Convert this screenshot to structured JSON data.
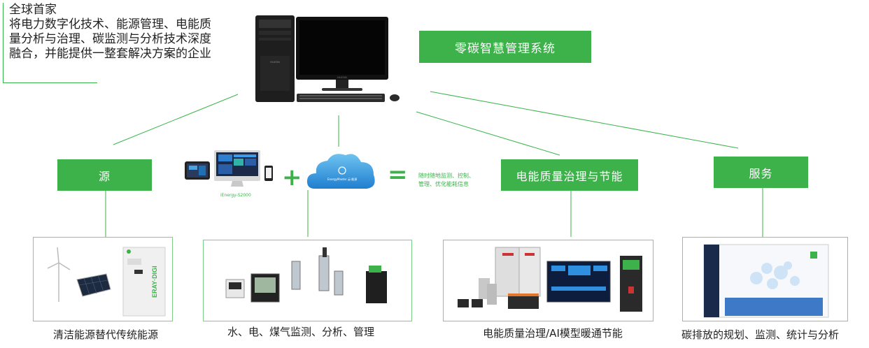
{
  "intro": {
    "lines": [
      "全球首家",
      "将电力数字化技术、能源管理、电能质",
      "量分析与治理、碳监测与分析技术深度",
      "融合，并能提供一整套解决方案的企业"
    ]
  },
  "system": {
    "title": "零碳智慧管理系统"
  },
  "categories": {
    "source": "源",
    "power_quality": "电能质量治理与节能",
    "service": "服务"
  },
  "middle": {
    "software_label": "iEnergy-S2000",
    "cloud_label": "EnergyMaster 云·能源",
    "result_text_1": "随时随地监测、控制、",
    "result_text_2": "管理、优化能耗信息"
  },
  "monitor_brand": "HUISIN",
  "device_label": "ERAY·DIGI",
  "captions": {
    "clean_energy": "清洁能源替代传统能源",
    "monitoring": "水、电、煤气监测、分析、管理",
    "power_quality": "电能质量治理/AI模型暖通节能",
    "carbon": "碳排放的规划、监测、统计与分析"
  }
}
